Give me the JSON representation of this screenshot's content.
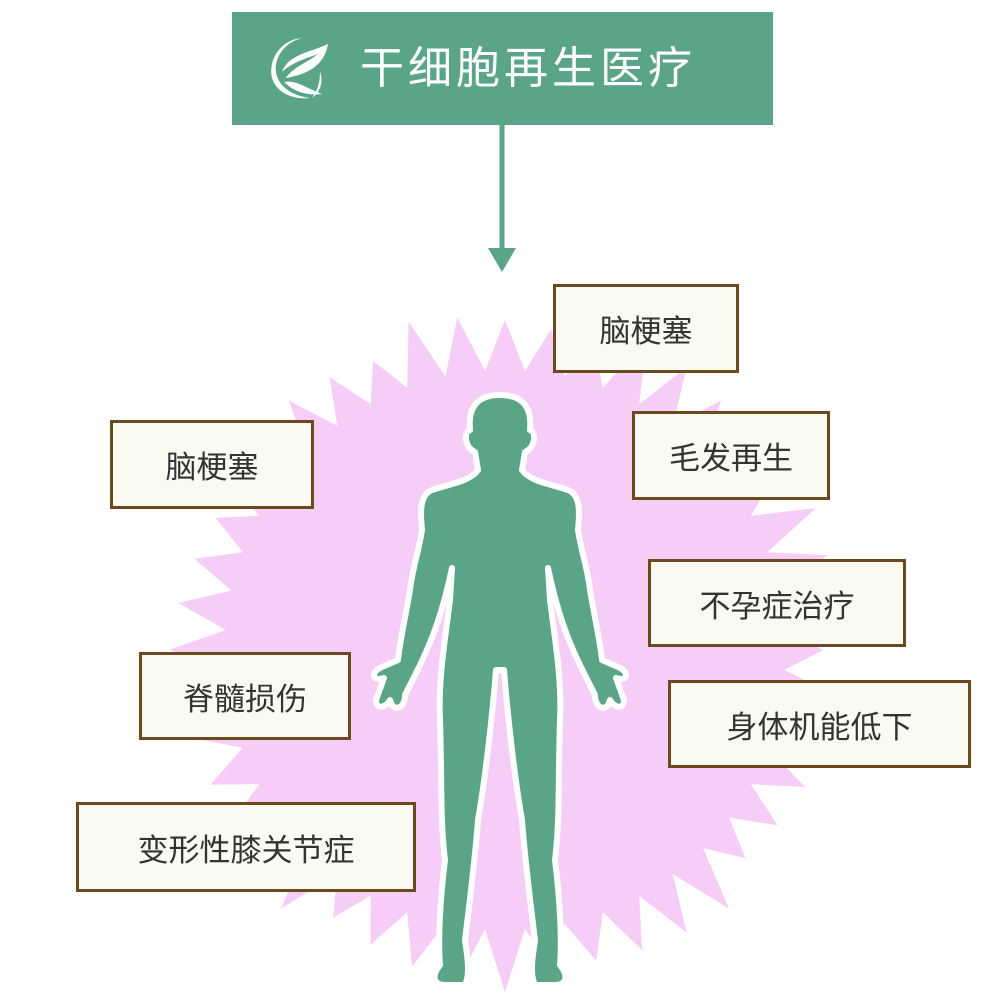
{
  "header": {
    "title": "干细胞再生医疗",
    "logo_icon": "leaf-icon"
  },
  "colors": {
    "green": "#5aa587",
    "burst": "#f6cdf7",
    "box_border": "#6b4a20",
    "box_fill": "#fafaf2"
  },
  "labels": [
    "脑梗塞",
    "脑梗塞",
    "毛发再生",
    "不孕症治疗",
    "脊髓损伤",
    "身体机能低下",
    "变形性膝关节症"
  ]
}
